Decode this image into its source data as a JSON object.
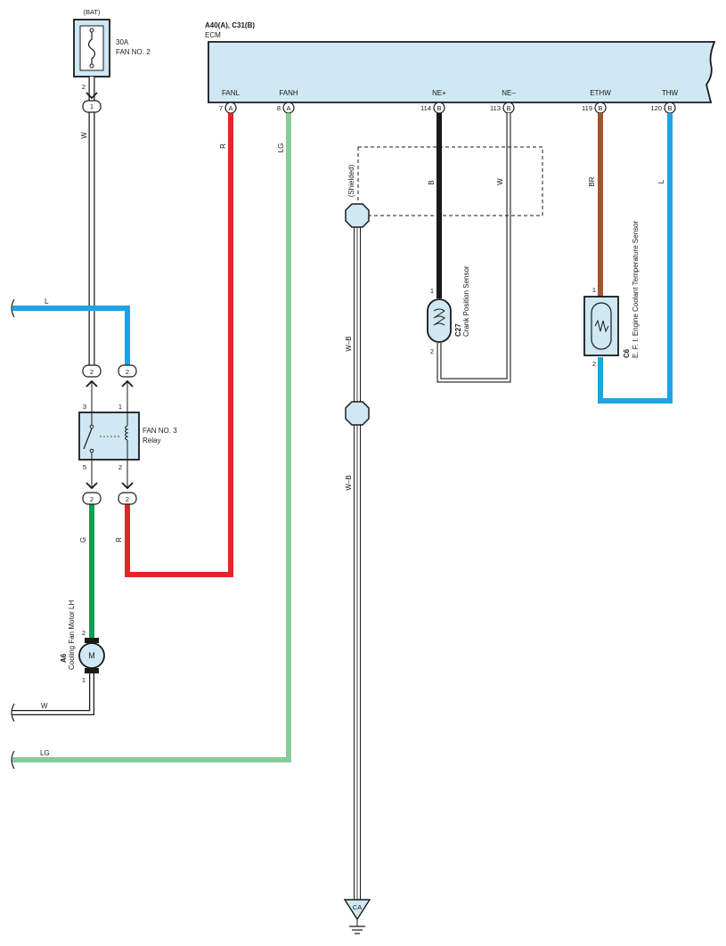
{
  "colors": {
    "W": "#ffffff",
    "R": "#e8232a",
    "LG": "#86cc9a",
    "L": "#1ea3e6",
    "G": "#10a050",
    "B": "#1a1a1a",
    "BR": "#a6532b",
    "component_fill": "#cfe8f3",
    "outline": "#1a1a1a"
  },
  "ecm": {
    "connectors": "A40(A), C31(B)",
    "name": "ECM",
    "terminals": [
      {
        "name": "FANL",
        "pin": "7",
        "conn": "A"
      },
      {
        "name": "FANH",
        "pin": "8",
        "conn": "A"
      },
      {
        "name": "NE+",
        "pin": "114",
        "conn": "B"
      },
      {
        "name": "NE–",
        "pin": "113",
        "conn": "B"
      },
      {
        "name": "ETHW",
        "pin": "119",
        "conn": "B"
      },
      {
        "name": "THW",
        "pin": "120",
        "conn": "B"
      }
    ]
  },
  "fuse": {
    "source": "(BAT)",
    "rating": "30A",
    "name": "FAN NO. 2",
    "pin": "2",
    "junction": "1"
  },
  "relay": {
    "name": "FAN NO. 3",
    "sub": "Relay",
    "pins": {
      "p3": "3",
      "p1": "1",
      "p5": "5",
      "p2": "2"
    },
    "junctions": {
      "top_left": "2",
      "top_right": "2",
      "bottom_left": "2",
      "bottom_right": "2"
    }
  },
  "motor": {
    "code": "A6",
    "name": "Cooling Fan Motor LH",
    "symbol": "M",
    "pin_top": "2",
    "pin_bottom": "1"
  },
  "crank_sensor": {
    "code": "C27",
    "name": "Crank Position Sensor",
    "pin_top": "1",
    "pin_bottom": "2"
  },
  "coolant_sensor": {
    "code": "C6",
    "name": "E. F. I.  Engine Coolant Temperature Sensor",
    "pin_top": "1",
    "pin_bottom": "2"
  },
  "shield": {
    "label": "(Shielded)",
    "ground_label": "CA"
  },
  "wire_labels": {
    "fuse_to_relay": "W",
    "fanl": "R",
    "fanh": "LG",
    "ne_plus": "B",
    "ne_minus": "W",
    "ethw": "BR",
    "thw": "L",
    "left_L": "L",
    "relay_to_motor": "G",
    "relay_to_ecm": "R",
    "motor_ground": "W",
    "left_LG": "LG",
    "shield_1": "W–B",
    "shield_2": "W–B"
  }
}
